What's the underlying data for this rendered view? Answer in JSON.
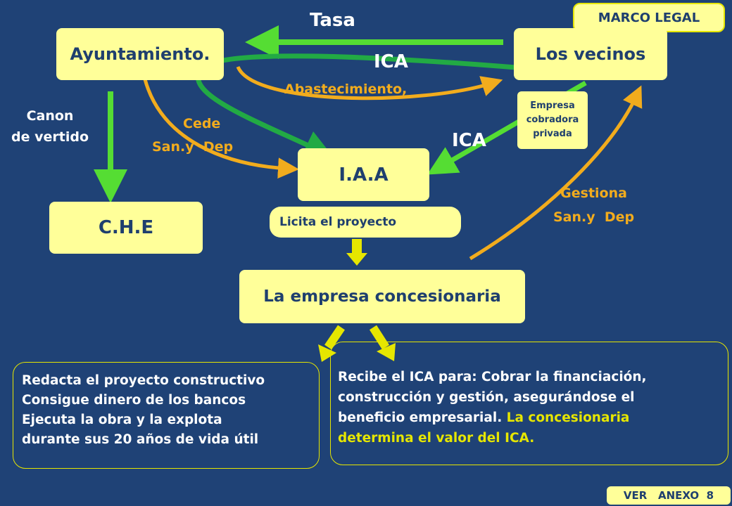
{
  "marco_legal": "MARCO LEGAL",
  "nodes": {
    "ayuntamiento": "Ayuntamiento.",
    "vecinos": "Los vecinos",
    "iaa": "I.A.A",
    "che": "C.H.E",
    "concesionaria": "La empresa concesionaria",
    "empresa_cobradora": [
      "Empresa",
      "cobradora",
      "privada"
    ],
    "licita": "Licita el proyecto"
  },
  "edge_labels": {
    "tasa": "Tasa",
    "ica_top": "ICA",
    "abastecimiento": "Abastecimiento,",
    "cede": [
      "Cede",
      "San.y  Dep"
    ],
    "canon": [
      "Canon",
      "de vertido"
    ],
    "ica_right": "ICA",
    "gestiona": [
      "Gestiona",
      "San.y  Dep"
    ]
  },
  "left_box": [
    "Redacta el proyecto constructivo",
    "Consigue dinero de los bancos",
    "Ejecuta la obra y la explota",
    "durante sus 20 años de vida útil"
  ],
  "right_box": {
    "white": [
      "Recibe el ICA para: Cobrar la financiación,",
      "construcción y gestión, asegurándose el",
      "beneficio empresarial. "
    ],
    "yellow_inline": "La concesionaria",
    "yellow_line": "determina el valor del ICA."
  },
  "footer": "VER   ANEXO  8",
  "colors": {
    "background": "#1f4276",
    "box": "#ffff99",
    "green": "#55dd33",
    "dark_green": "#22aa44",
    "orange": "#f2ac1d",
    "yellow": "#e6e600"
  }
}
